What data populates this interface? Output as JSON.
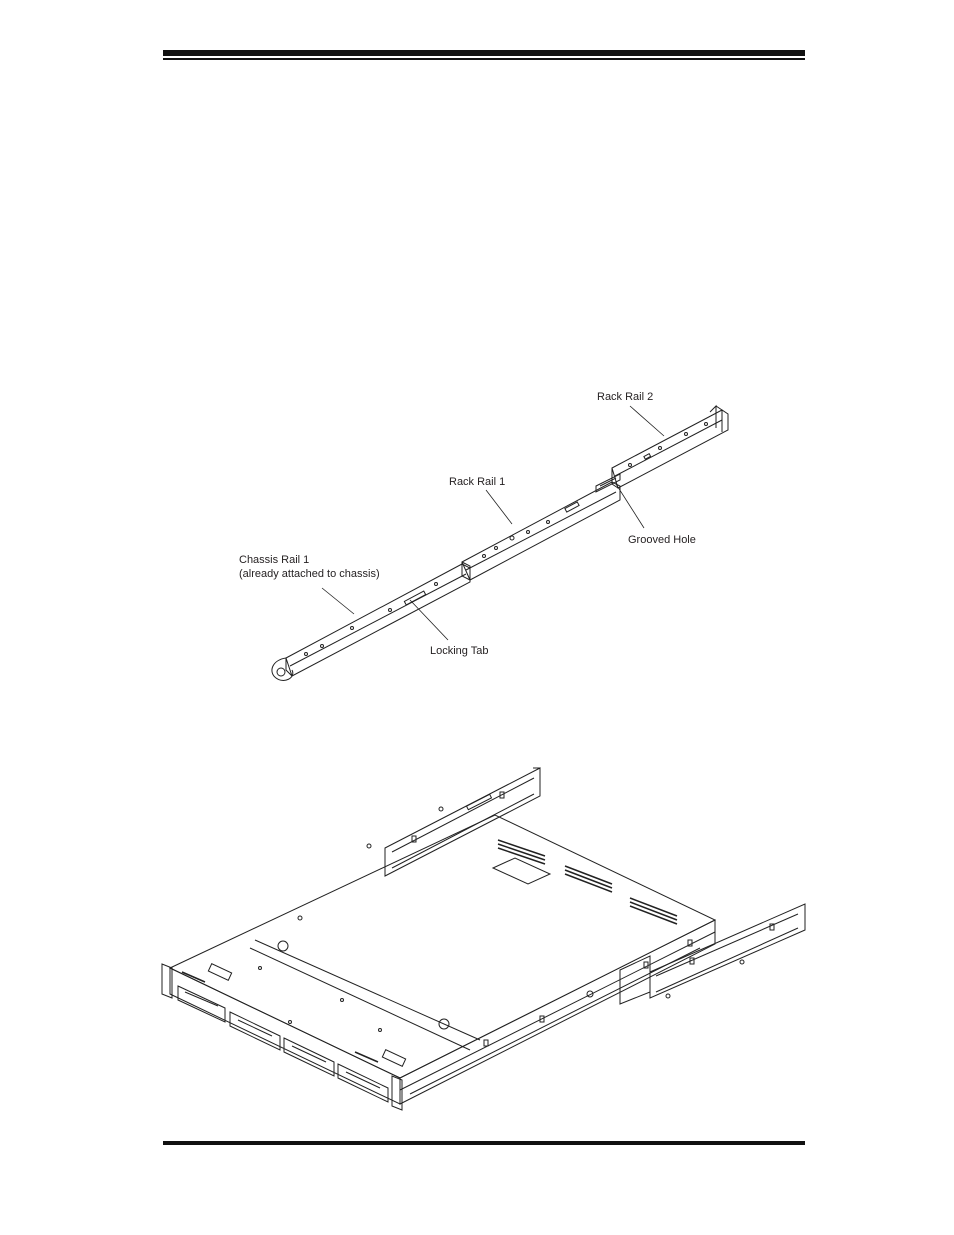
{
  "figure_top": {
    "labels": {
      "rack_rail_2": "Rack Rail 2",
      "rack_rail_1": "Rack Rail 1",
      "grooved_hole": "Grooved Hole",
      "chassis_rail_1": "Chassis Rail 1",
      "chassis_rail_1_note": "(already attached to chassis)",
      "locking_tab": "Locking Tab"
    }
  }
}
